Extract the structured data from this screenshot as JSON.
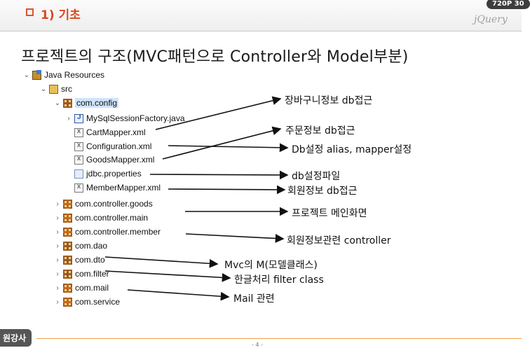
{
  "header": {
    "section_title": "1) 기초",
    "badge": "720P 30",
    "brand": "jQuery"
  },
  "title": "프로젝트의 구조(MVC패턴으로 Controller와 Model부분)",
  "tree": {
    "root": {
      "label": "Java Resources",
      "icon": "java-resources-icon"
    },
    "src": {
      "label": "src",
      "icon": "source-folder-icon"
    },
    "config_pkg": {
      "label": "com.config",
      "icon": "package-icon"
    },
    "files": [
      {
        "label": "MySqlSessionFactory.java",
        "icon": "java-file-icon"
      },
      {
        "label": "CartMapper.xml",
        "icon": "xml-file-icon"
      },
      {
        "label": "Configuration.xml",
        "icon": "xml-file-icon"
      },
      {
        "label": "GoodsMapper.xml",
        "icon": "xml-file-icon"
      },
      {
        "label": "jdbc.properties",
        "icon": "properties-file-icon"
      },
      {
        "label": "MemberMapper.xml",
        "icon": "xml-file-icon"
      }
    ],
    "packages": [
      {
        "label": "com.controller.goods",
        "icon": "package-icon"
      },
      {
        "label": "com.controller.main",
        "icon": "package-icon"
      },
      {
        "label": "com.controller.member",
        "icon": "package-icon"
      },
      {
        "label": "com.dao",
        "icon": "package-icon"
      },
      {
        "label": "com.dto",
        "icon": "package-icon"
      },
      {
        "label": "com.filter",
        "icon": "package-icon"
      },
      {
        "label": "com.mail",
        "icon": "package-icon"
      },
      {
        "label": "com.service",
        "icon": "package-icon"
      }
    ]
  },
  "annotations": [
    "장바구니정보 db접근",
    "주문정보 db접근",
    "Db설정 alias, mapper설정",
    "db설정파일",
    "회원정보 db접근",
    "프로젝트 메인화면",
    "회원정보관련  controller",
    "Mvc의 M(모델클래스)",
    "한글처리 filter class",
    "Mail 관련"
  ],
  "footer": {
    "badge": "원강사",
    "page": "- 4 -"
  },
  "colors": {
    "accent": "#d9491f",
    "footer_line": "#f0a04b",
    "selection": "#cfe4fb"
  }
}
